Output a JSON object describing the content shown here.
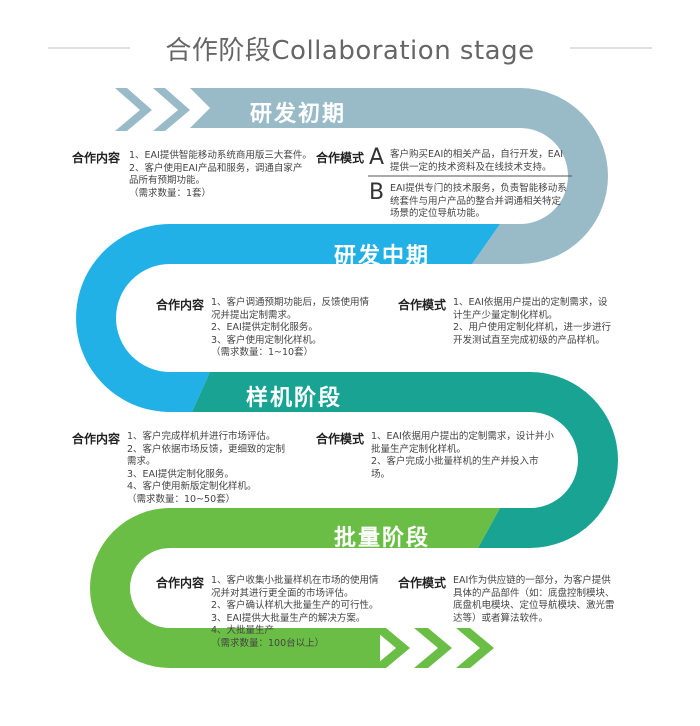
{
  "header_title": "合作阶段Collaboration stage",
  "colors": {
    "stage1": "#99bbc7",
    "stage2": "#21b1e7",
    "stage3": "#18a393",
    "stage4": "#6abe45",
    "line": "#bfbfbf"
  },
  "stage1": {
    "title": "研发初期",
    "content_label": "合作内容",
    "content_text": "1、EAI提供智能移动系统商用版三大套件。\n2、客户使用EAI产品和服务，调通自家产\n品所有预期功能。\n（需求数量：1套）",
    "mode_label": "合作模式",
    "option_a": "A",
    "option_a_text": "客户购买EAI的相关产品，自行开发，EAI\n提供一定的技术资料及在线技术支持。",
    "option_b": "B",
    "option_b_text": "EAI提供专门的技术服务，负责智能移动系\n统套件与用户产品的整合并调通相关特定\n场景的定位导航功能。"
  },
  "stage2": {
    "title": "研发中期",
    "content_label": "合作内容",
    "content_text": "1、客户调通预期功能后，反馈使用情\n况并提出定制需求。\n2、EAI提供定制化服务。\n3、客户使用定制化样机。\n（需求数量：1~10套）",
    "mode_label": "合作模式",
    "mode_text": "1、EAI依据用户提出的定制需求，设\n计生产少量定制化样机。\n2、用户使用定制化样机，进一步进行\n开发测试直至完成初级的产品样机。"
  },
  "stage3": {
    "title": "样机阶段",
    "content_label": "合作内容",
    "content_text": "1、客户完成样机并进行市场评估。\n2、客户依据市场反馈，更细致的定制\n需求。\n3、EAI提供定制化服务。\n4、客户使用新版定制化样机。\n（需求数量：10~50套）",
    "mode_label": "合作模式",
    "mode_text": "1、EAI依据用户提出的定制需求，设计并小\n批量生产定制化样机。\n2、客户完成小批量样机的生产并投入市\n场。"
  },
  "stage4": {
    "title": "批量阶段",
    "content_label": "合作内容",
    "content_text": "1、客户收集小批量样机在市场的使用情\n况并对其进行更全面的市场评估。\n2、客户确认样机大批量生产的可行性。\n3、EAI提供大批量生产的解决方案。\n4、大批量生产\n（需求数量：100台以上）",
    "mode_label": "合作模式",
    "mode_text": "EAI作为供应链的一部分，为客户提供\n具体的产品部件（如：底盘控制模块、\n底盘机电模块、定位导航模块、激光雷\n达等）或者算法软件。"
  }
}
